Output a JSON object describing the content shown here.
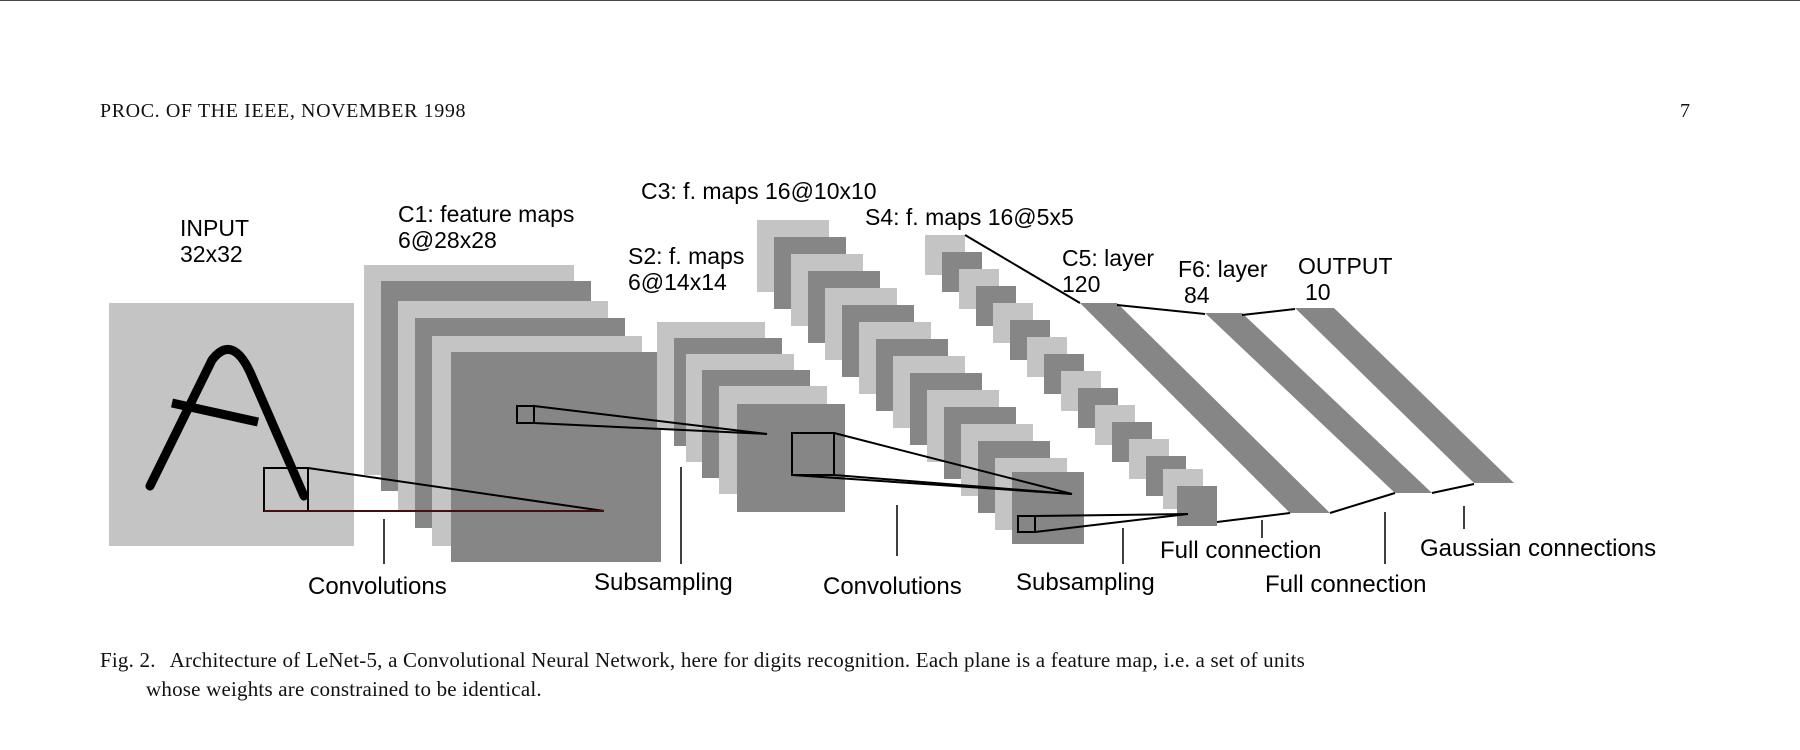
{
  "header": {
    "running_head": "PROC. OF THE IEEE, NOVEMBER 1998",
    "page_number": "7"
  },
  "figure": {
    "layers": {
      "input": [
        "INPUT",
        "32x32"
      ],
      "c1": [
        "C1: feature maps",
        "6@28x28"
      ],
      "s2": [
        "S2: f. maps",
        "6@14x14"
      ],
      "c3": [
        "C3: f. maps 16@10x10"
      ],
      "s4": [
        "S4: f. maps 16@5x5"
      ],
      "c5": [
        "C5: layer",
        "120"
      ],
      "f6": [
        "F6: layer",
        "84"
      ],
      "output": [
        "OUTPUT",
        "10"
      ]
    },
    "operations": {
      "convolutions_1": "Convolutions",
      "subsampling_1": "Subsampling",
      "convolutions_2": "Convolutions",
      "subsampling_2": "Subsampling",
      "full_connection_1": "Full connection",
      "full_connection_2": "Full connection",
      "gaussian": "Gaussian connections"
    },
    "colors": {
      "light_map": "#c4c4c4",
      "dark_map": "#868686",
      "lines": "#000000"
    }
  },
  "caption": {
    "number": "Fig. 2.",
    "text_line1": "Architecture of LeNet-5, a Convolutional Neural Network, here for digits recognition. Each plane is a feature map, i.e. a set of units",
    "text_line2": "whose weights are constrained to be identical."
  }
}
